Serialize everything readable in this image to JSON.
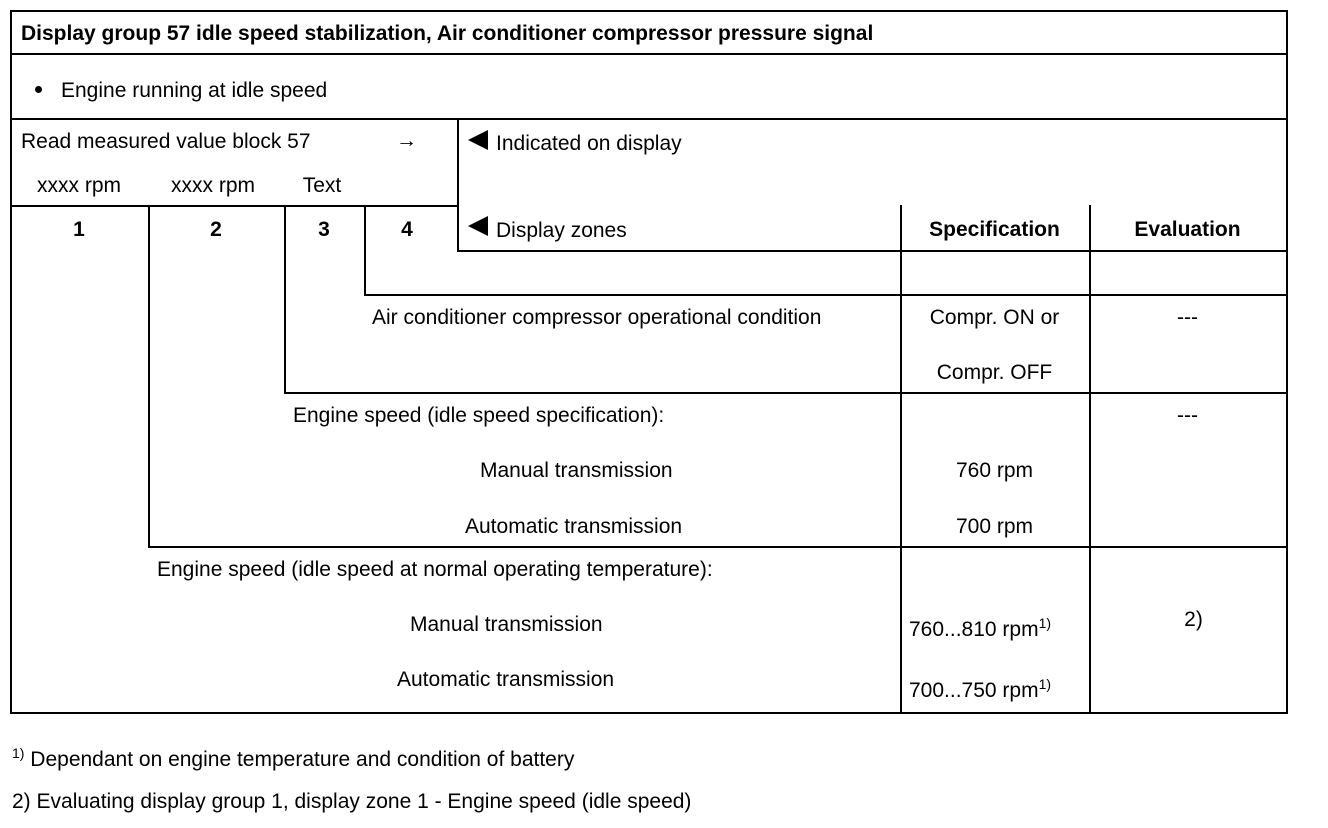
{
  "title": "Display group 57 idle speed stabilization, Air conditioner compressor pressure signal",
  "condition": "Engine running at idle speed",
  "read_block": {
    "label": "Read measured value block 57",
    "arrow": "→",
    "zone_units": [
      "xxxx rpm",
      "xxxx rpm",
      "Text"
    ]
  },
  "indicated_on_display": "Indicated on display",
  "display_zones": "Display zones",
  "zone_numbers": [
    "1",
    "2",
    "3",
    "4"
  ],
  "headers": {
    "specification": "Specification",
    "evaluation": "Evaluation"
  },
  "rows": {
    "zone3": {
      "label": "Air conditioner compressor operational condition",
      "spec_line1": "Compr. ON or",
      "spec_line2": "Compr. OFF",
      "evaluation": "---"
    },
    "zone2": {
      "label": "Engine speed (idle speed specification):",
      "manual_label": "Manual transmission",
      "manual_spec": "760 rpm",
      "auto_label": "Automatic transmission",
      "auto_spec": "700 rpm",
      "evaluation": "---"
    },
    "zone1": {
      "label": "Engine speed (idle speed at normal operating temperature):",
      "manual_label": "Manual transmission",
      "manual_spec": "760...810 rpm",
      "auto_label": "Automatic transmission",
      "auto_spec": "700...750 rpm",
      "footnote_ref": "1)",
      "evaluation": "2)"
    }
  },
  "footnotes": {
    "f1_marker": "1)",
    "f1_text": "Dependant on engine temperature and condition of battery",
    "f2_text": "2) Evaluating display group 1, display zone 1 - Engine speed (idle speed)"
  }
}
